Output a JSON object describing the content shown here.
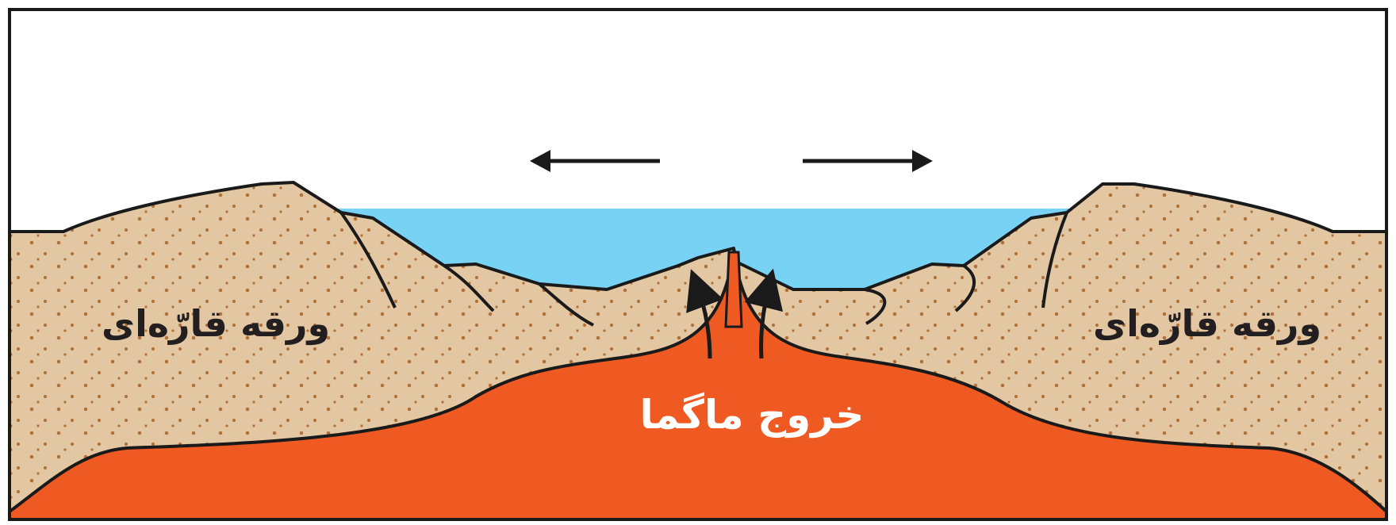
{
  "labels": {
    "plate_left": "ورقه قارّه‌ای",
    "plate_right": "ورقه قارّه‌ای",
    "magma": "خروج ماگما"
  },
  "colors": {
    "crust": "#e3c7a3",
    "crust_dots": "#b0723a",
    "water": "#78d2f4",
    "magma": "#ee5a22",
    "outline": "#1a1a1a",
    "magma_text": "#ffffff",
    "label_text": "#231f20"
  },
  "arrows": {
    "left": "left-arrow-icon",
    "right": "right-arrow-icon"
  }
}
